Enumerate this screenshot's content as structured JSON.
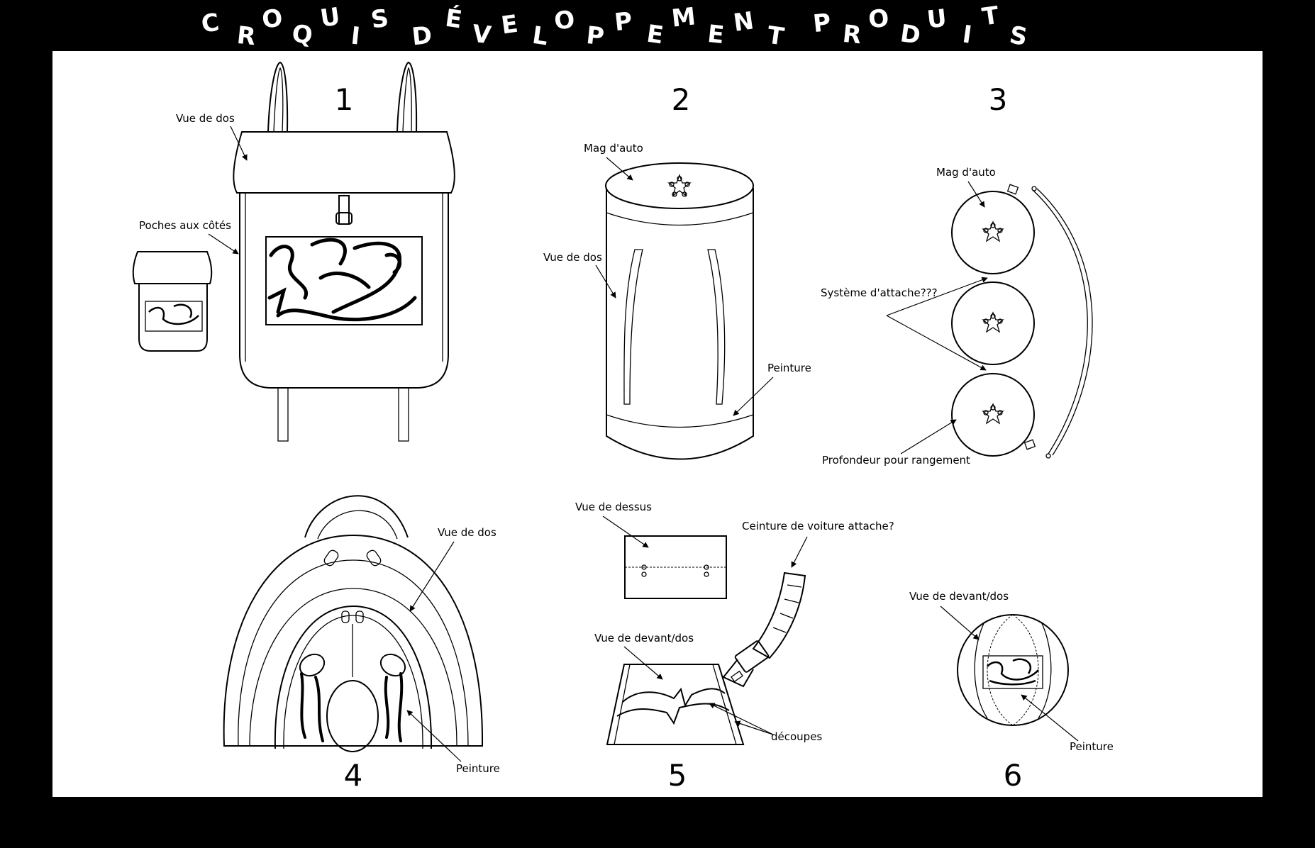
{
  "header": {
    "title_letters": [
      "C",
      "R",
      "O",
      "Q",
      "U",
      "I",
      "S",
      "D",
      "É",
      "V",
      "E",
      "L",
      "O",
      "P",
      "P",
      "E",
      "M",
      "E",
      "N",
      "T",
      "P",
      "R",
      "O",
      "D",
      "U",
      "I",
      "T",
      "S"
    ]
  },
  "sketches": [
    {
      "number": "1",
      "labels": [
        "Vue de dos",
        "Poches aux côtés"
      ]
    },
    {
      "number": "2",
      "labels": [
        "Mag d'auto",
        "Vue de dos",
        "Peinture"
      ]
    },
    {
      "number": "3",
      "labels": [
        "Mag d'auto",
        "Système d'attache???",
        "Profondeur pour rangement"
      ]
    },
    {
      "number": "4",
      "labels": [
        "Vue de dos",
        "Peinture"
      ]
    },
    {
      "number": "5",
      "labels": [
        "Vue de dessus",
        "Ceinture de voiture attache?",
        "Vue de devant/dos",
        "découpes"
      ]
    },
    {
      "number": "6",
      "labels": [
        "Vue de devant/dos",
        "Peinture"
      ]
    }
  ]
}
